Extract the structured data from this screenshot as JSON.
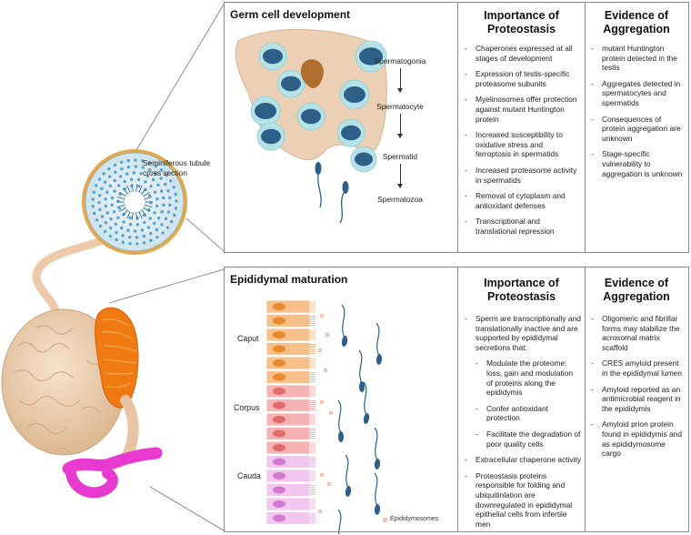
{
  "germ": {
    "title": "Germ cell development",
    "stages": [
      "Spermatogonia",
      "Spermatocyte",
      "Spermatid",
      "Spermatozoa"
    ],
    "importance_heading": [
      "Importance of",
      "Proteostasis"
    ],
    "importance_items": [
      "Chaperones expressed at all stages of development",
      "Expression of testis-specific proteasome subunits",
      "Myelinosomes offer protection against mutant Huntington protein",
      "Increased susceptibility to oxidative stress and ferroptosis in spermatids",
      "Increased proteasome activity in spermatids",
      "Removal of cytoplasm and antioxidant defenses",
      "Transcriptional and translational repression"
    ],
    "evidence_heading": [
      "Evidence of",
      "Aggregation"
    ],
    "evidence_items": [
      "mutant Huntington protein detected in the testis",
      "Aggregates detected in spermatocytes and spermatids",
      "Consequences of protein aggregation are unknown",
      "Stage-specific vulnerability to aggregation is unknown"
    ]
  },
  "tubule_label": [
    "Seminiferous tubule",
    "cross section"
  ],
  "epi": {
    "title": "Epididymal maturation",
    "regions": [
      "Caput",
      "Corpus",
      "Cauda"
    ],
    "legend": "Epididymosomes",
    "importance_heading": [
      "Importance of",
      "Proteostasis"
    ],
    "importance_items": [
      {
        "text": "Sperm are transcriptionally and translationally inactive and are supported by epididymal secretions that:",
        "sub": false
      },
      {
        "text": "Modulate the proteome: loss, gain and modulation of proteins along the epididymis",
        "sub": true
      },
      {
        "text": "Confer antioxidant protection",
        "sub": true
      },
      {
        "text": "Facilitate the degradation of poor quality cells",
        "sub": true
      },
      {
        "text": "Extracellular chaperone activity",
        "sub": false
      },
      {
        "text": "Proteostasis proteins responsible for folding and ubiquitinlation are downregulated in epididymal epithelial cells from infertile men",
        "sub": false
      }
    ],
    "evidence_heading": [
      "Evidence of",
      "Aggregation"
    ],
    "evidence_items": [
      "Oligomeric and fibrillar forms may stabilize the acrosomal matrix scaffold",
      "CRES amyloid present in the epididymal lumen",
      "Amyloid reported as an antimicrobial reagent in the epididymis",
      "Amyloid prion protein found in epididymis and as epididymosome cargo"
    ]
  },
  "colors": {
    "testis": "#ecd0b6",
    "caput": "#f07a12",
    "cauda": "#e83ad0",
    "nucleus": "#2d5f88",
    "cyst": "#b5e2e6"
  }
}
